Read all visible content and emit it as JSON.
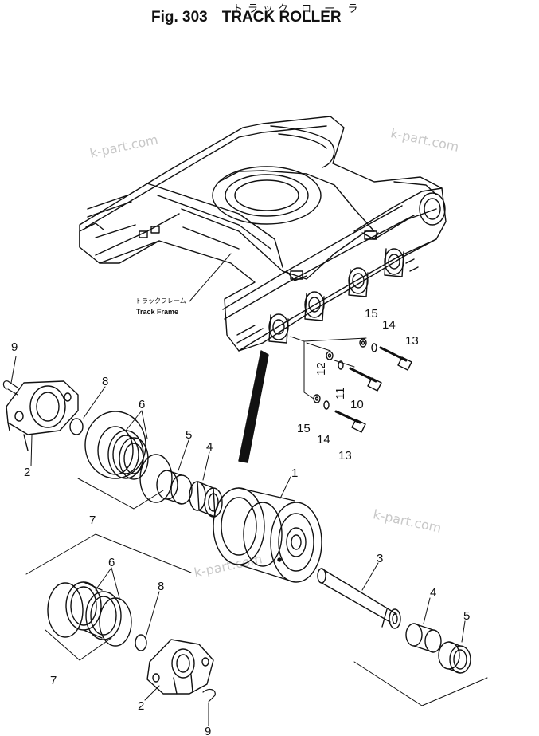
{
  "title": {
    "fig": "Fig. 303",
    "name": "TRACK ROLLER",
    "japanese": "トラック ロ ー ラ"
  },
  "frame_label": {
    "japanese": "トラックフレーム",
    "english": "Track Frame"
  },
  "watermarks": [
    "k-part.com",
    "k-part.com",
    "k-part.com",
    "k-part.com"
  ],
  "callouts": [
    "9",
    "8",
    "6",
    "2",
    "5",
    "4",
    "1",
    "7",
    "15",
    "14",
    "13",
    "12",
    "11",
    "10",
    "15",
    "14",
    "13",
    "3",
    "6",
    "8",
    "4",
    "5",
    "7",
    "2",
    "9"
  ]
}
